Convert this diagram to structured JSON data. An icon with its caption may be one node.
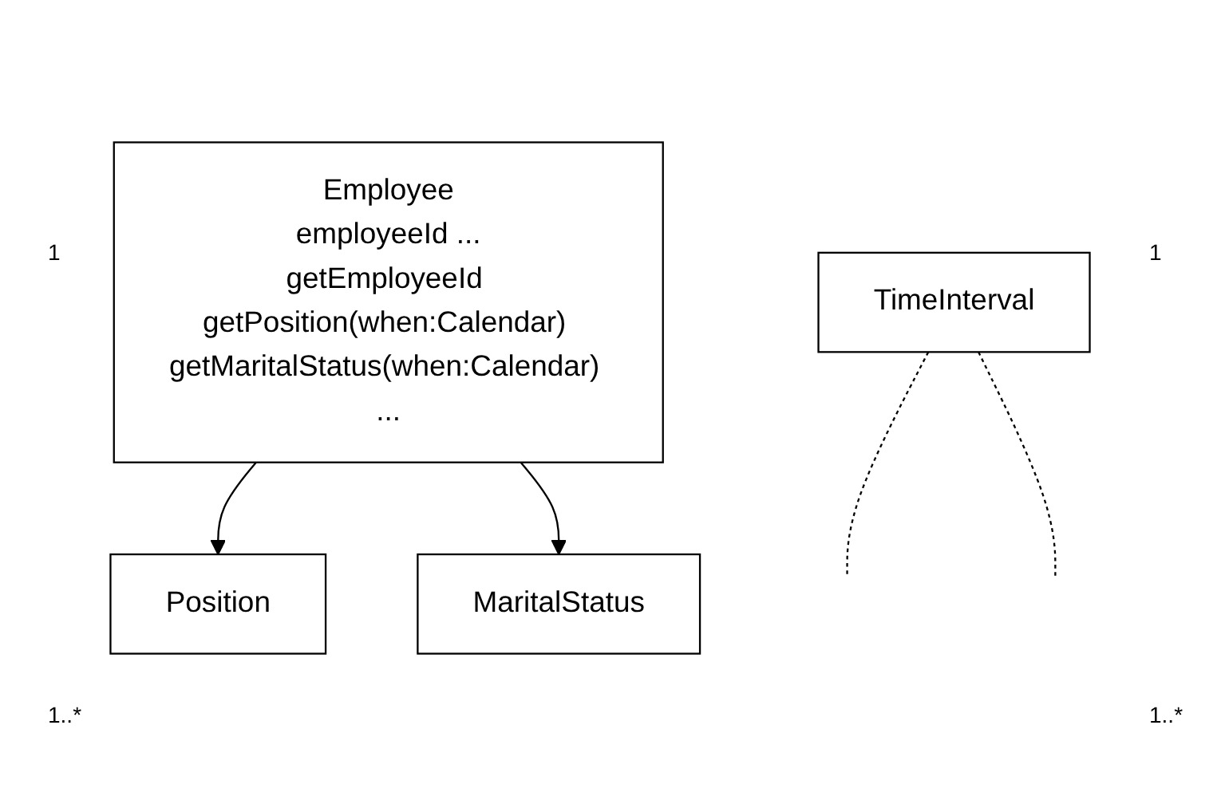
{
  "diagram": {
    "nodes": [
      {
        "text": [
          "Employee",
          "employeeId ...",
          "getEmployeeId getPosition(when:Calendar) getMaritalStatus(when:Calendar) ..."
        ]
      },
      {
        "text": [
          "TimeInterval"
        ]
      },
      {
        "text": [
          "Position"
        ]
      },
      {
        "text": [
          "MaritalStatus"
        ]
      }
    ],
    "edges": [
      {
        "from": 0,
        "to": 2,
        "arrow": "to"
      },
      {
        "from": 0,
        "to": 3,
        "arrow": "to"
      },
      {
        "from": 1,
        "to": null,
        "arrow": "none",
        "style": "dashed"
      },
      {
        "from": 1,
        "to": null,
        "arrow": "none",
        "style": "dashed"
      }
    ],
    "labels": [
      "1",
      "1",
      "1..*",
      "1..*"
    ]
  }
}
